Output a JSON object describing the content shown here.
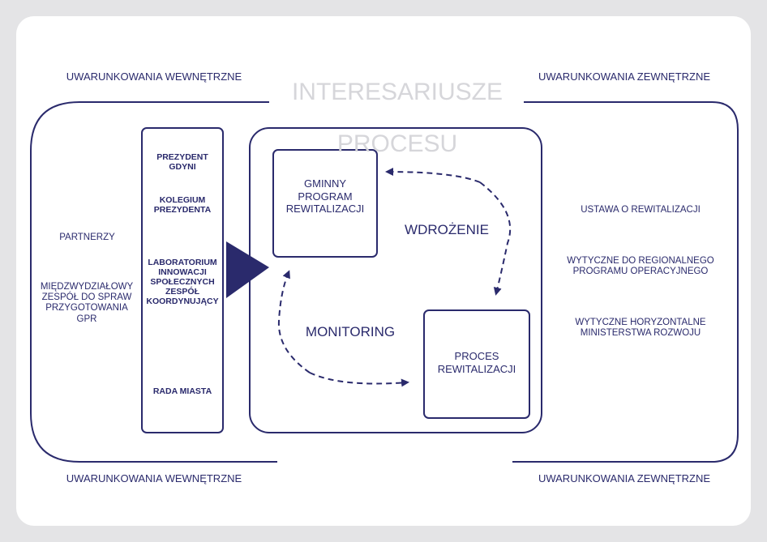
{
  "title": {
    "line1": "INTERESARIUSZE",
    "line2": "PROCESU"
  },
  "headers": {
    "top_left": "UWARUNKOWANIA WEWNĘTRZNE",
    "top_right": "UWARUNKOWANIA ZEWNĘTRZNE",
    "bottom_left": "UWARUNKOWANIA WEWNĘTRZNE",
    "bottom_right": "UWARUNKOWANIA ZEWNĘTRZNE"
  },
  "left_side": {
    "partners": "PARTNERZY",
    "team": "MIĘDZWYDZIAŁOWY\nZESPÓŁ DO SPRAW\nPRZYGOTOWANIA\nGPR"
  },
  "stakeholders": [
    "PREZYDENT\nGDYNI",
    "KOLEGIUM\nPREZYDENTA",
    "LABORATORIUM\nINNOWACJI\nSPOŁECZNYCH\nZESPÓŁ\nKOORDYNUJĄCY",
    "RADA MIASTA"
  ],
  "process": {
    "program_box": "GMINNY\nPROGRAM\nREWITALIZACJI",
    "process_box": "PROCES\nREWITALIZACJI",
    "implementation": "WDROŻENIE",
    "monitoring": "MONITORING"
  },
  "right_side": [
    "USTAWA O REWITALIZACJI",
    "WYTYCZNE DO REGIONALNEGO\nPROGRAMU OPERACYJNEGO",
    "WYTYCZNE HORYZONTALNE\nMINISTERSTWA ROZWOJU"
  ],
  "colors": {
    "ink": "#2a2a6c",
    "title": "#d6d6da",
    "background": "#e4e4e6",
    "card": "#ffffff"
  }
}
